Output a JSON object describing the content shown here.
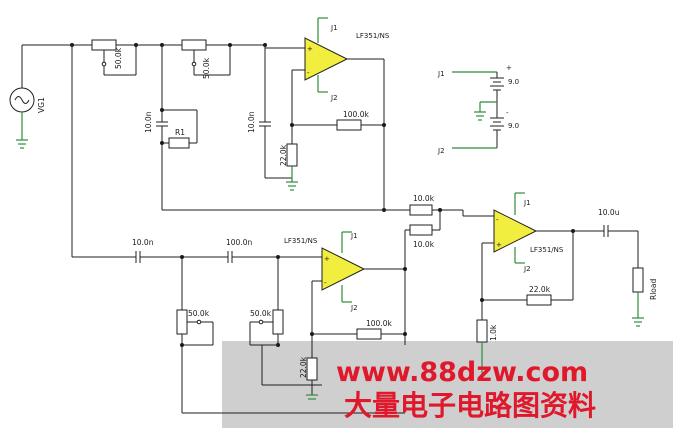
{
  "sources": {
    "vg": "VG1"
  },
  "jacks": {
    "j1": "J1",
    "j2": "J2"
  },
  "opamps": {
    "part": "LF351/NS"
  },
  "stage1": {
    "pot1": "50.0k",
    "pot2": "50.0k",
    "c1": "10.0n",
    "r1": "R1",
    "c2": "10.0n",
    "r_bias": "22.0k",
    "r_fb": "100.0k"
  },
  "stage2": {
    "c_in1": "10.0n",
    "c_in2": "100.0n",
    "pot1": "50.0k",
    "pot2": "50.0k",
    "r_bias": "22.0k",
    "r_fb": "100.0k"
  },
  "mixer": {
    "r_in1": "10.0k",
    "r_in2": "10.0k",
    "r_fb": "22.0k",
    "r_gnd": "1.0k",
    "c_out": "10.0u",
    "load": "Rload"
  },
  "power": {
    "batt1": "9.0",
    "batt2": "9.0",
    "plus": "+",
    "minus": "-"
  },
  "watermark": {
    "site": "www.88dzw.com",
    "text": "大量电子电路图资料"
  }
}
